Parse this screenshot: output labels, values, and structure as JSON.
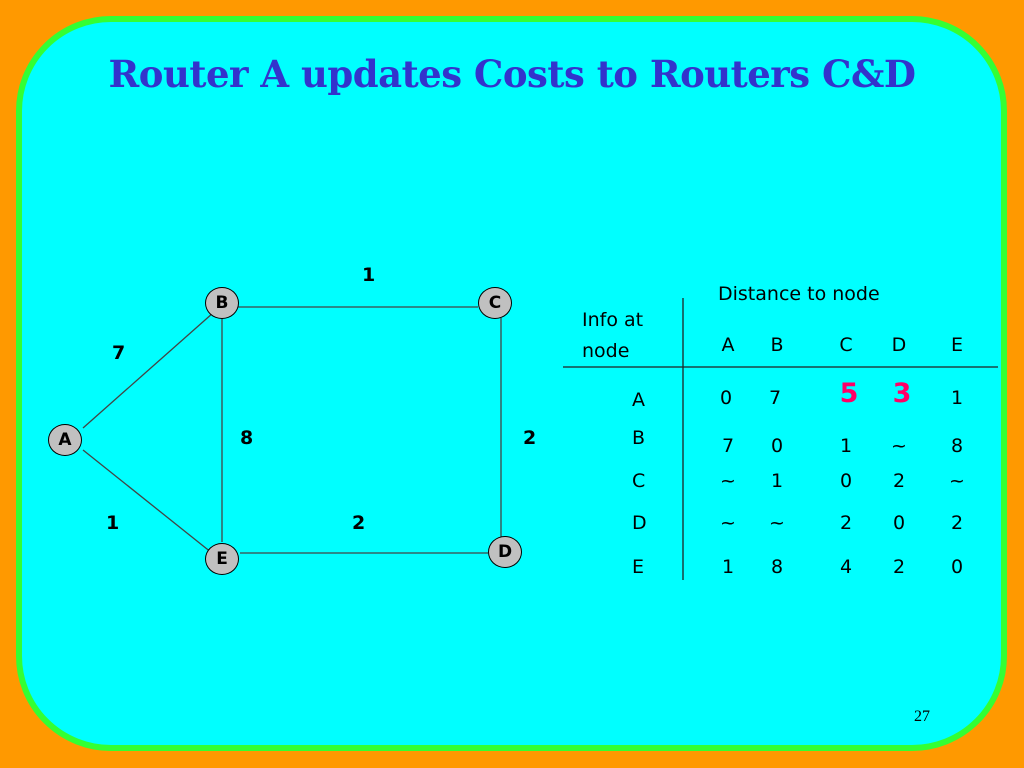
{
  "title": "Router A updates Costs to Routers C&D",
  "page_number": "27",
  "graph": {
    "nodes": [
      "A",
      "B",
      "C",
      "D",
      "E"
    ],
    "edges": [
      {
        "from": "A",
        "to": "B",
        "weight": "7"
      },
      {
        "from": "A",
        "to": "E",
        "weight": "1"
      },
      {
        "from": "B",
        "to": "C",
        "weight": "1"
      },
      {
        "from": "B",
        "to": "E",
        "weight": "8"
      },
      {
        "from": "C",
        "to": "D",
        "weight": "2"
      },
      {
        "from": "E",
        "to": "D",
        "weight": "2"
      }
    ]
  },
  "table": {
    "distance_header": "Distance to node",
    "info_header_line1": "Info at",
    "info_header_line2": "node",
    "columns": [
      "A",
      "B",
      "C",
      "D",
      "E"
    ],
    "rows": [
      {
        "node": "A",
        "values": [
          "0",
          "7",
          "5",
          "3",
          "1"
        ],
        "highlight": [
          false,
          false,
          true,
          true,
          false
        ]
      },
      {
        "node": "B",
        "values": [
          "7",
          "0",
          "1",
          "~",
          "8"
        ],
        "highlight": [
          false,
          false,
          false,
          false,
          false
        ]
      },
      {
        "node": "C",
        "values": [
          "~",
          "1",
          "0",
          "2",
          "~"
        ],
        "highlight": [
          false,
          false,
          false,
          false,
          false
        ]
      },
      {
        "node": "D",
        "values": [
          "~",
          "~",
          "2",
          "0",
          "2"
        ],
        "highlight": [
          false,
          false,
          false,
          false,
          false
        ]
      },
      {
        "node": "E",
        "values": [
          "1",
          "8",
          "4",
          "2",
          "0"
        ],
        "highlight": [
          false,
          false,
          false,
          false,
          false
        ]
      }
    ],
    "highlight_color": "#FF0066"
  },
  "colors": {
    "background": "#FF9900",
    "slide": "#00FFFF",
    "slide_border": "#33FF33",
    "title": "#3333CC",
    "node_fill": "#C0C0C0"
  }
}
